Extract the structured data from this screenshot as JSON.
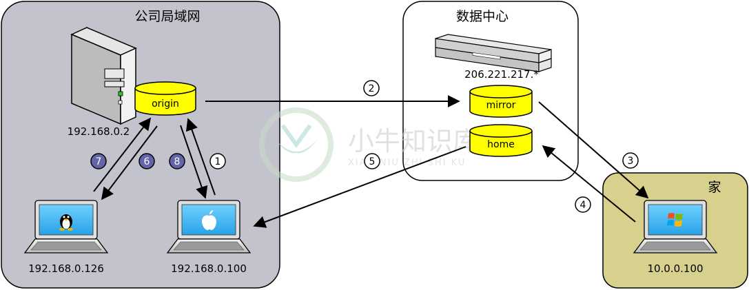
{
  "regions": {
    "company_lan": {
      "title": "公司局域网",
      "fill": "#c3c3cd"
    },
    "data_center": {
      "title": "数据中心",
      "fill": "#ffffff"
    },
    "home": {
      "title": "家",
      "fill": "#d8d18d"
    }
  },
  "hosts": {
    "company_server_ip": "192.168.0.2",
    "data_center_ip": "206.221.217.*",
    "linux_laptop_ip": "192.168.0.126",
    "mac_laptop_ip": "192.168.0.100",
    "windows_laptop_ip": "10.0.0.100"
  },
  "repositories": {
    "origin": "origin",
    "mirror": "mirror",
    "home": "home",
    "fill": "#ffff00"
  },
  "steps": [
    "1",
    "2",
    "3",
    "4",
    "5",
    "6",
    "7",
    "8"
  ],
  "watermark": {
    "text": "小牛知识库",
    "sub": "XIAO NIU ZHI SHI KU"
  },
  "icons": {
    "server": "tower-server-icon",
    "rack": "rack-server-icon",
    "linux": "tux-penguin-icon",
    "mac": "apple-logo-icon",
    "windows": "windows-logo-icon"
  },
  "colors": {
    "badge_dark": "#6464a8",
    "screen": "#3fb6ef"
  }
}
